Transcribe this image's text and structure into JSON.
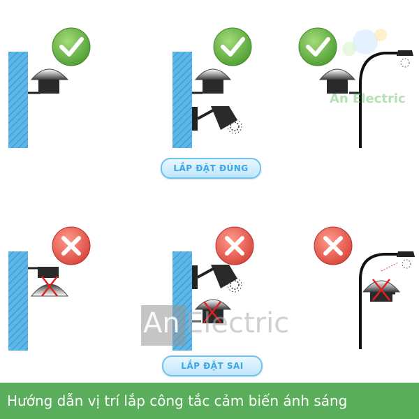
{
  "labels": {
    "correct": "LẮP ĐẶT ĐÚNG",
    "wrong": "LẮP ĐẶT SAI"
  },
  "footer": {
    "caption": "Hướng dẫn vị trí lắp công tắc cảm biến ánh sáng"
  },
  "watermark": {
    "small": "An Electric",
    "big_part1": "An",
    "big_part2": "Electric"
  },
  "colors": {
    "check_green": "#6cbf4a",
    "cross_red": "#ef6b60",
    "wall_blue": "#4aa8de",
    "footer_green": "#5aad5a",
    "pill_text": "#3aa7e4"
  }
}
